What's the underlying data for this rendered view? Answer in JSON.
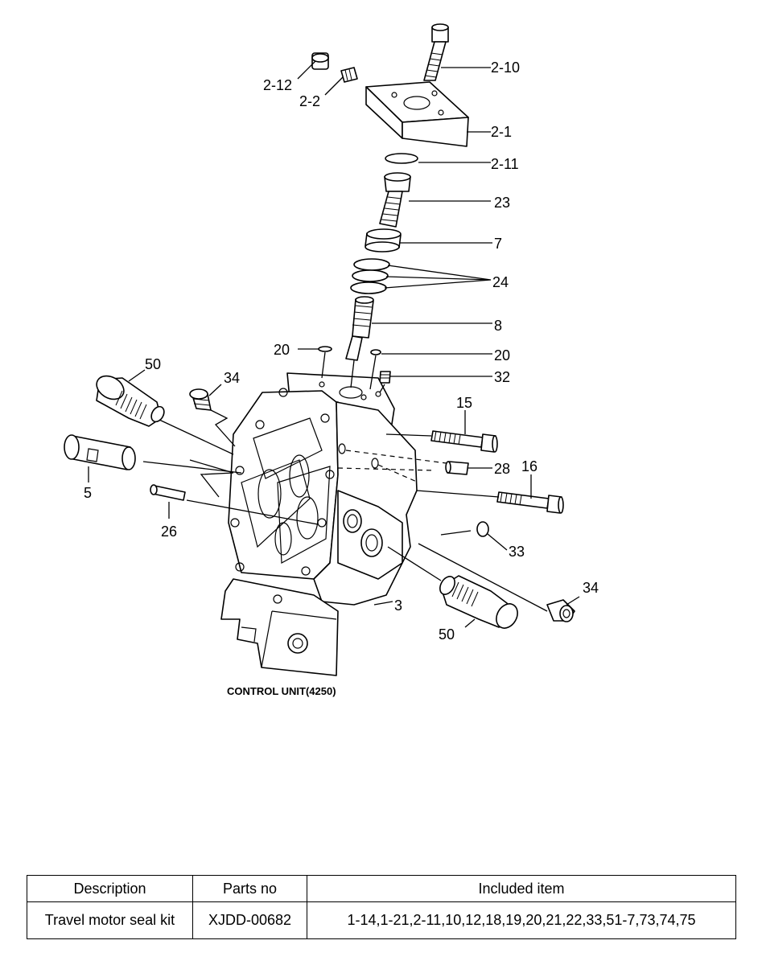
{
  "diagram": {
    "callouts": [
      "2-10",
      "2-12",
      "2-2",
      "2-1",
      "2-11",
      "23",
      "7",
      "24",
      "8",
      "20",
      "20",
      "32",
      "50",
      "34",
      "15",
      "28",
      "16",
      "5",
      "26",
      "33",
      "3",
      "34",
      "50"
    ],
    "caption": "CONTROL UNIT(4250)"
  },
  "kit_table": {
    "headers": [
      "Description",
      "Parts no",
      "Included item"
    ],
    "rows": [
      [
        "Travel motor seal kit",
        "XJDD-00682",
        "1-14,1-21,2-11,10,12,18,19,20,21,22,33,51-7,73,74,75"
      ]
    ]
  }
}
